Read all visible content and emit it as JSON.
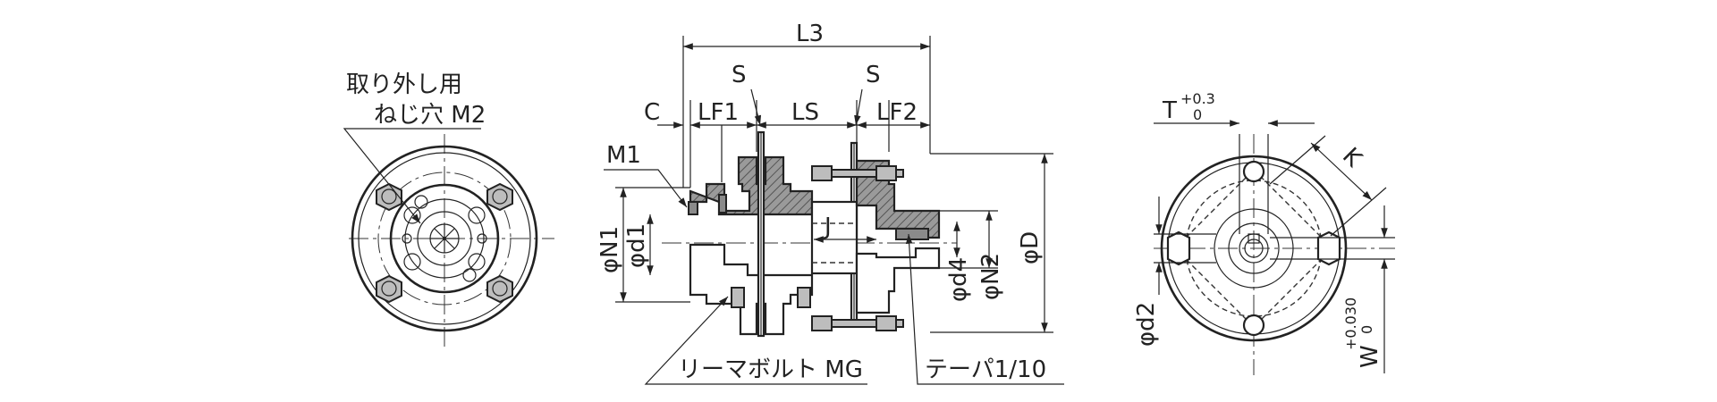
{
  "left_view": {
    "note_line1": "取り外し用",
    "note_line2": "ねじ穴 M2"
  },
  "side_view": {
    "dim_L3": "L3",
    "dim_S_left": "S",
    "dim_S_right": "S",
    "dim_C": "C",
    "dim_LF1": "LF1",
    "dim_LS": "LS",
    "dim_LF2": "LF2",
    "dim_M1": "M1",
    "dim_J": "J",
    "dim_N1": "φN1",
    "dim_d1": "φd1",
    "dim_d4": "φd4",
    "dim_N2": "φN2",
    "dim_D": "φD",
    "note_reamer_bolt": "リーマボルト MG",
    "note_taper": "テーパ1/10"
  },
  "right_view": {
    "dim_T": "T",
    "tol_T_upper": "+0.3",
    "tol_T_lower": "0",
    "dim_K": "K",
    "dim_d2": "φd2",
    "dim_W": "W",
    "tol_W_upper": "+0.030",
    "tol_W_lower": "0"
  }
}
